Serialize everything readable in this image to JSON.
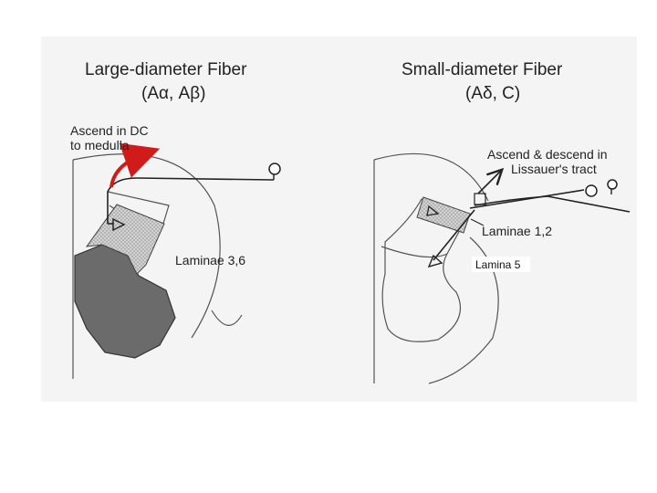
{
  "left_panel": {
    "title_line1": "Large-diameter Fiber",
    "title_line2": "(Aα, Aβ)",
    "ascend_line1": "Ascend in DC",
    "ascend_line2": "to medulla",
    "laminae_label": "Laminae 3,6"
  },
  "right_panel": {
    "title_line1": "Small-diameter Fiber",
    "title_line2": "(Aδ, C)",
    "ascend_line1": "Ascend & descend in",
    "ascend_line2": "Lissauer's tract",
    "laminae_label": "Laminae 1,2",
    "lamina5_label": "Lamina 5"
  },
  "colors": {
    "scan_background": "#f4f4f4",
    "dorsal_horn": "#6b6b6b",
    "laminae_fill": "#c8c8c8",
    "arrow_red": "#d11a1a"
  }
}
